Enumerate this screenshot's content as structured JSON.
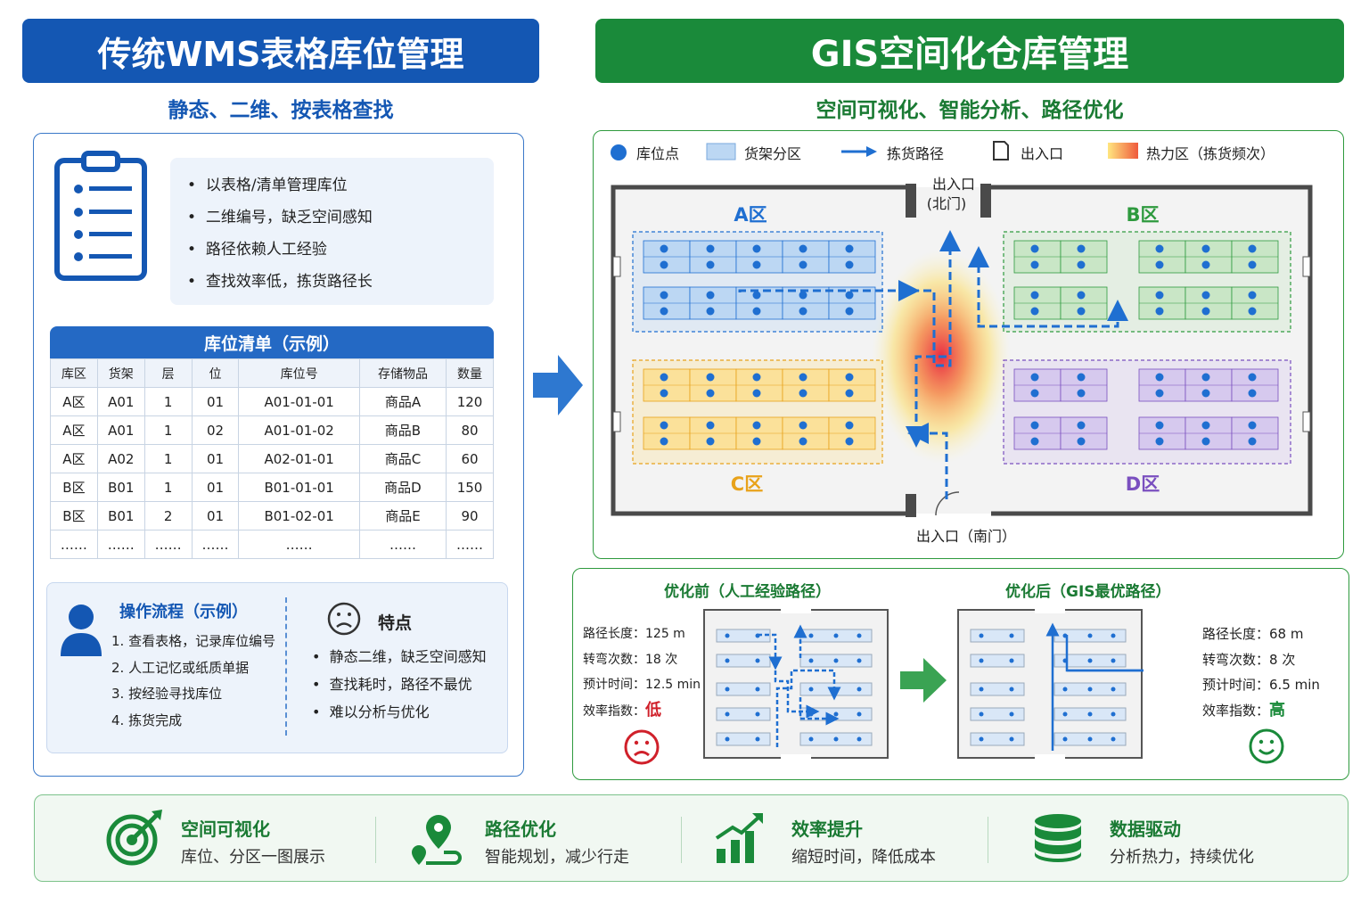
{
  "left": {
    "title": "传统WMS表格库位管理",
    "subtitle": "静态、二维、按表格查找",
    "bullets": [
      "以表格/清单管理库位",
      "二维编号，缺乏空间感知",
      "路径依赖人工经验",
      "查找效率低，拣货路径长"
    ],
    "table": {
      "caption": "库位清单（示例）",
      "headers": [
        "库区",
        "货架",
        "层",
        "位",
        "库位号",
        "存储物品",
        "数量"
      ],
      "rows": [
        [
          "A区",
          "A01",
          "1",
          "01",
          "A01-01-01",
          "商品A",
          "120"
        ],
        [
          "A区",
          "A01",
          "1",
          "02",
          "A01-01-02",
          "商品B",
          "80"
        ],
        [
          "A区",
          "A02",
          "1",
          "01",
          "A02-01-01",
          "商品C",
          "60"
        ],
        [
          "B区",
          "B01",
          "1",
          "01",
          "B01-01-01",
          "商品D",
          "150"
        ],
        [
          "B区",
          "B01",
          "2",
          "01",
          "B01-02-01",
          "商品E",
          "90"
        ],
        [
          "……",
          "……",
          "……",
          "……",
          "……",
          "……",
          "……"
        ]
      ]
    },
    "process": {
      "title": "操作流程（示例）",
      "steps": [
        "1. 查看表格，记录库位编号",
        "2. 人工记忆或纸质单据",
        "3. 按经验寻找库位",
        "4. 拣货完成"
      ]
    },
    "features": {
      "title": "特点",
      "items": [
        "静态二维，缺乏空间感知",
        "查找耗时，路径不最优",
        "难以分析与优化"
      ]
    }
  },
  "right": {
    "title": "GIS空间化仓库管理",
    "subtitle": "空间可视化、智能分析、路径优化",
    "legend": [
      "库位点",
      "货架分区",
      "拣货路径",
      "出入口",
      "热力区（拣货频次）"
    ],
    "map": {
      "north_gate": "出入口\n(北门)",
      "south_gate": "出入口（南门）",
      "zones": [
        "A区",
        "B区",
        "C区",
        "D区"
      ],
      "zone_colors": [
        "#1f6fd1",
        "#2e9a3e",
        "#e8a21a",
        "#7a4fbf"
      ]
    },
    "compare": {
      "before": {
        "title": "优化前（人工经验路径）",
        "stats": [
          {
            "label": "路径长度：",
            "value": "125 m"
          },
          {
            "label": "转弯次数：",
            "value": "18 次"
          },
          {
            "label": "预计时间：",
            "value": "12.5 min"
          },
          {
            "label": "效率指数：",
            "value": "低"
          }
        ]
      },
      "after": {
        "title": "优化后（GIS最优路径）",
        "stats": [
          {
            "label": "路径长度：",
            "value": "68 m"
          },
          {
            "label": "转弯次数：",
            "value": "8 次"
          },
          {
            "label": "预计时间：",
            "value": "6.5 min"
          },
          {
            "label": "效率指数：",
            "value": "高"
          }
        ]
      }
    }
  },
  "bottom": [
    {
      "icon": "target-icon",
      "title": "空间可视化",
      "sub": "库位、分区一图展示"
    },
    {
      "icon": "route-pin-icon",
      "title": "路径优化",
      "sub": "智能规划，减少行走"
    },
    {
      "icon": "growth-chart-icon",
      "title": "效率提升",
      "sub": "缩短时间，降低成本"
    },
    {
      "icon": "database-icon",
      "title": "数据驱动",
      "sub": "分析热力，持续优化"
    }
  ],
  "colors": {
    "blue": "#1457b3",
    "green": "#1a8a3a",
    "red": "#d0202a"
  }
}
